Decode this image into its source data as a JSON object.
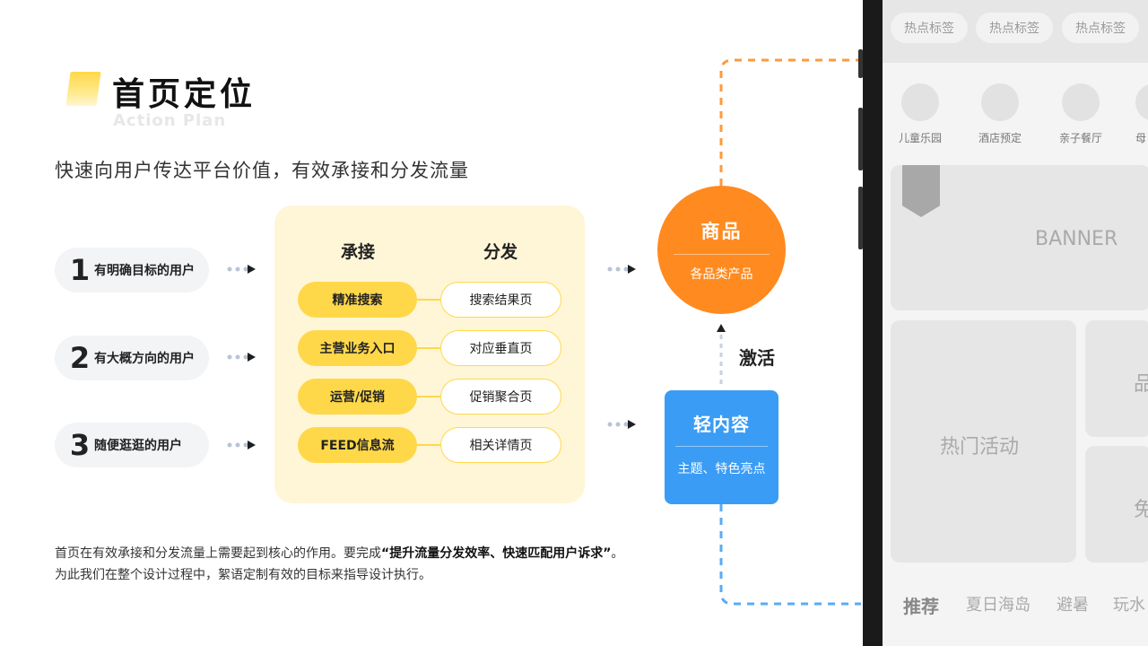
{
  "header": {
    "title": "首页定位",
    "subtitle_en": "Action Plan",
    "lead": "快速向用户传达平台价值，有效承接和分发流量"
  },
  "users": [
    {
      "num": "1",
      "label": "有明确目标的用户"
    },
    {
      "num": "2",
      "label": "有大概方向的用户"
    },
    {
      "num": "3",
      "label": "随便逛逛的用户"
    }
  ],
  "flow": {
    "receive_head": "承接",
    "distribute_head": "分发",
    "rows": [
      {
        "receive": "精准搜索",
        "distribute": "搜索结果页"
      },
      {
        "receive": "主营业务入口",
        "distribute": "对应垂直页"
      },
      {
        "receive": "运营/促销",
        "distribute": "促销聚合页"
      },
      {
        "receive": "FEED信息流",
        "distribute": "相关详情页"
      }
    ]
  },
  "goods": {
    "title": "商品",
    "sub": "各品类产品"
  },
  "content": {
    "title": "轻内容",
    "sub": "主题、特色亮点"
  },
  "activate_label": "激活",
  "footer": {
    "line1_prefix": "首页在有效承接和分发流量上需要起到核心的作用。要完成",
    "line1_bold": "“提升流量分发效率、快速匹配用户诉求”",
    "line1_suffix": "。",
    "line2": "为此我们在整个设计过程中，絮语定制有效的目标来指导设计执行。"
  },
  "phone": {
    "tags": [
      "热点标签",
      "热点标签",
      "热点标签"
    ],
    "categories": [
      "儿童乐园",
      "酒店预定",
      "亲子餐厅",
      "母"
    ],
    "banner": "BANNER",
    "hot": "热门活动",
    "side_top": "品",
    "side_bottom": "免",
    "bottom_tabs": [
      "推荐",
      "夏日海岛",
      "避暑",
      "玩水"
    ]
  },
  "colors": {
    "yellow": "#ffd84a",
    "orange": "#ff8a1f",
    "blue": "#3a9cf5",
    "card_bg": "#fff6d8"
  }
}
